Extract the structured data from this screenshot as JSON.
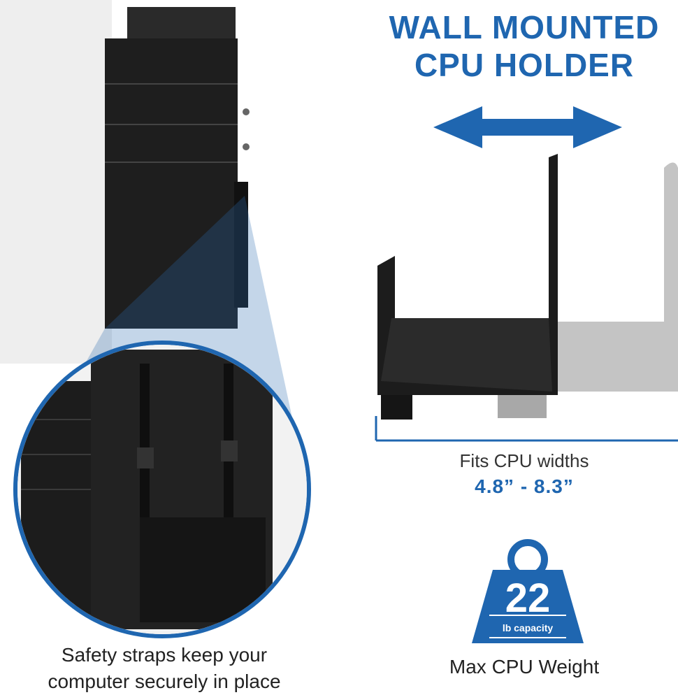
{
  "heading": {
    "line1": "WALL MOUNTED",
    "line2": "CPU HOLDER"
  },
  "fit": {
    "label": "Fits CPU widths",
    "range": "4.8” - 8.3”"
  },
  "weight": {
    "number": "22",
    "unit": "lb capacity",
    "label": "Max CPU Weight"
  },
  "caption": {
    "line1": "Safety straps keep your",
    "line2": "computer securely in place"
  },
  "colors": {
    "brand_blue": "#1f66b0",
    "holder_black": "#1c1c1c",
    "holder_silver": "#b9b9b9"
  },
  "icons": [
    "double-arrow-icon",
    "weight-icon",
    "magnifier-circle"
  ]
}
